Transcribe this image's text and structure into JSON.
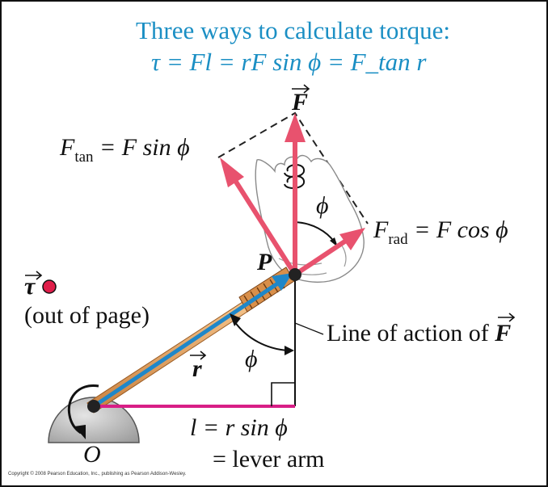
{
  "title": {
    "line1": "Three ways to calculate torque:",
    "line2": "τ = Fl = rF sin ϕ = F_tan r"
  },
  "labels": {
    "force_vector": "F",
    "f_tan_sym": "F",
    "f_tan_sub": "tan",
    "f_tan_rhs": " = F sin ϕ",
    "f_rad_sym": "F",
    "f_rad_sub": "rad",
    "f_rad_rhs": " = F cos ϕ",
    "point_p": "P",
    "torque_sym": "τ",
    "out_of_page": "(out of page)",
    "line_of_action": "Line of action of ",
    "line_of_action_vec": "F",
    "r_vector": "r",
    "phi_upper": "ϕ",
    "phi_lower": "ϕ",
    "origin": "O",
    "lever_eq": "l = r sin ϕ",
    "lever_arm": "= lever arm"
  },
  "copyright": "Copyright © 2008 Pearson Education, Inc., publishing as Pearson Addison-Wesley.",
  "colors": {
    "title": "#1b8fc4",
    "force_arrow": "#e8526e",
    "r_vector": "#1f87c9",
    "lever_line": "#d81e86",
    "wrench": "#e0a05a",
    "torque_dot": "#e01e4a"
  }
}
